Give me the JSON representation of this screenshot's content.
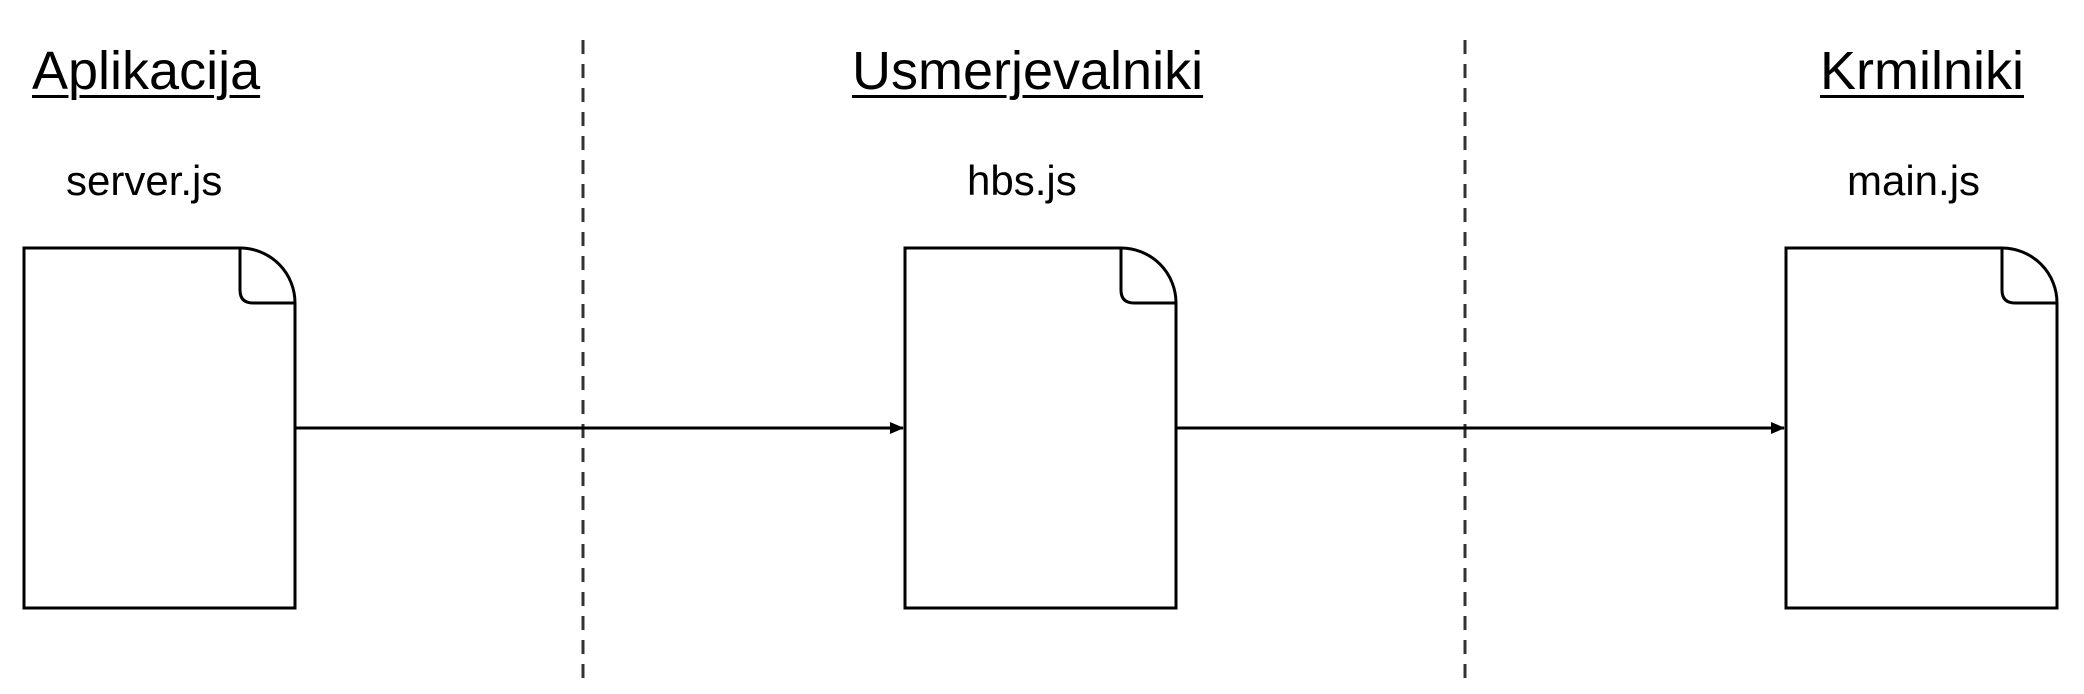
{
  "columns": [
    {
      "heading": "Aplikacija",
      "file": "server.js",
      "icon": "document-icon"
    },
    {
      "heading": "Usmerjevalniki",
      "file": "hbs.js",
      "icon": "document-icon"
    },
    {
      "heading": "Krmilniki",
      "file": "main.js",
      "icon": "document-icon"
    }
  ],
  "colors": {
    "stroke": "#000000",
    "background": "#ffffff",
    "separator": "#333333"
  }
}
